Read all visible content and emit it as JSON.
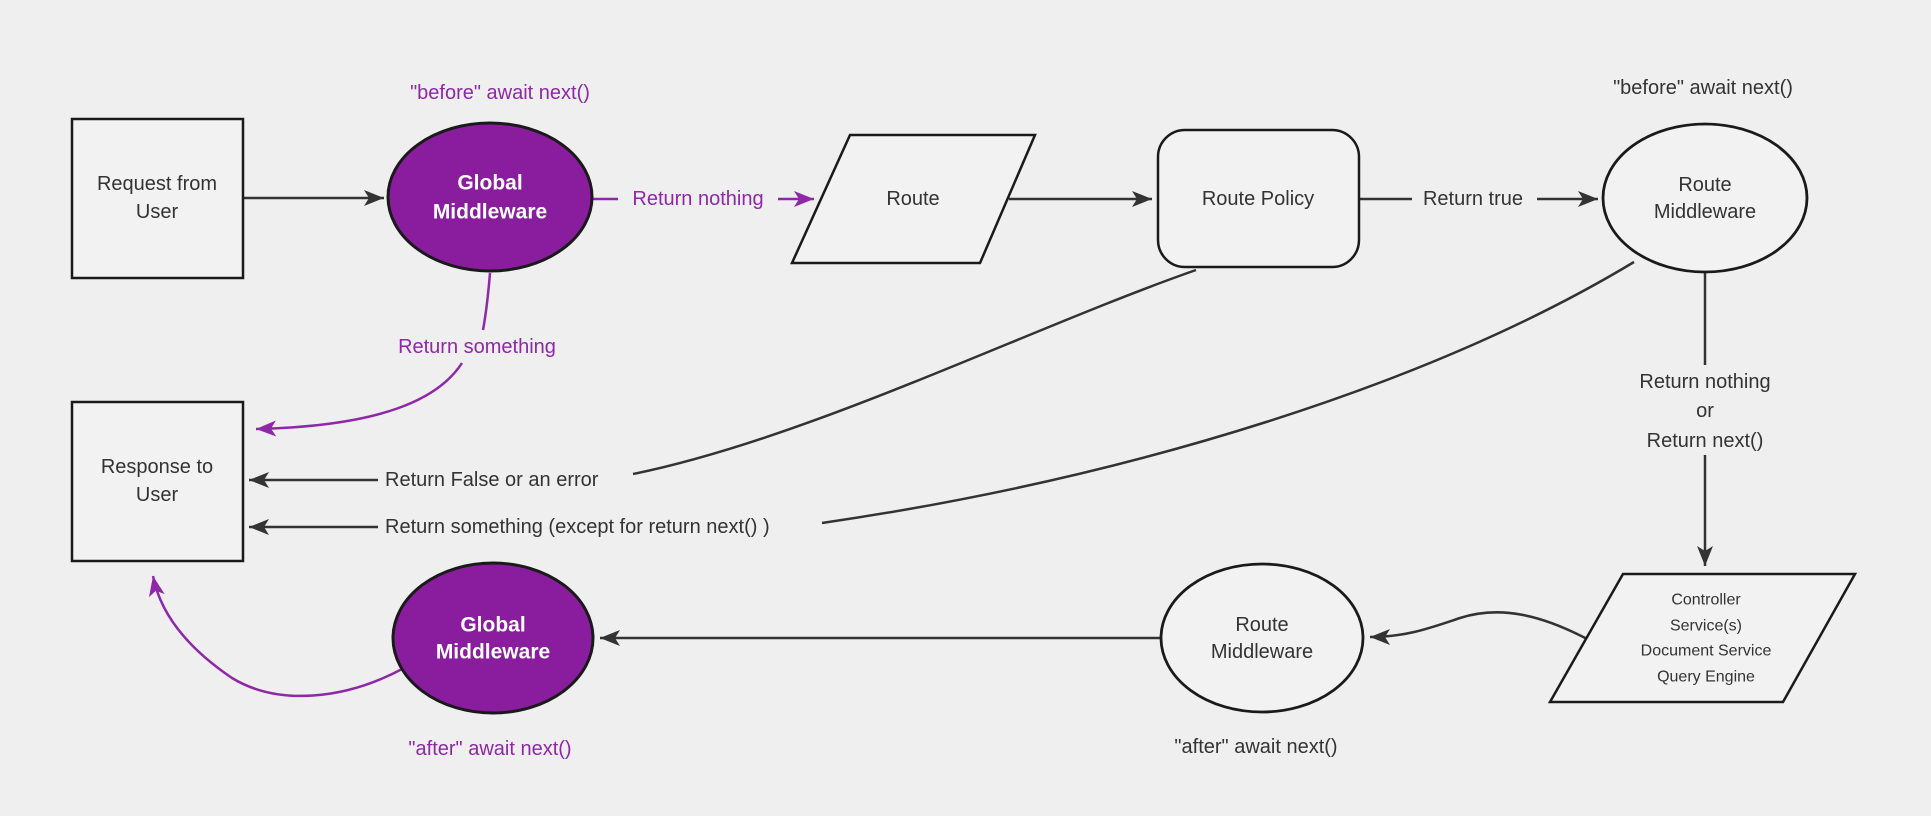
{
  "colors": {
    "background": "#efefef",
    "node_fill": "#f2f2f2",
    "line": "#333333",
    "shape_border": "#1a1a1a",
    "purple_fill": "#8a1d9e",
    "purple_accent": "#8e28a8",
    "white_text": "#ffffff"
  },
  "nodes": {
    "request": {
      "lines": [
        "Request from",
        "User"
      ]
    },
    "global_middleware_top": {
      "lines": [
        "Global",
        "Middleware"
      ]
    },
    "route": {
      "label": "Route"
    },
    "route_policy": {
      "label": "Route Policy"
    },
    "route_middleware_top": {
      "lines": [
        "Route",
        "Middleware"
      ]
    },
    "controller": {
      "lines": [
        "Controller",
        "Service(s)",
        "Document Service",
        "Query Engine"
      ]
    },
    "route_middleware_bottom": {
      "lines": [
        "Route",
        "Middleware"
      ]
    },
    "global_middleware_bottom": {
      "lines": [
        "Global",
        "Middleware"
      ]
    },
    "response": {
      "lines": [
        "Response to",
        "User"
      ]
    }
  },
  "edge_labels": {
    "before_await_next_global": "\"before\" await next()",
    "return_nothing": "Return nothing",
    "return_true": "Return true",
    "before_await_next_route": "\"before\" await next()",
    "return_nothing_or": [
      "Return nothing",
      "or",
      "Return next()"
    ],
    "return_something": "Return something",
    "return_false_or_error": "Return False or an error",
    "return_something_except": "Return something (except for return next() )",
    "after_await_next_global": "\"after\" await next()",
    "after_await_next_route": "\"after\" await next()"
  }
}
